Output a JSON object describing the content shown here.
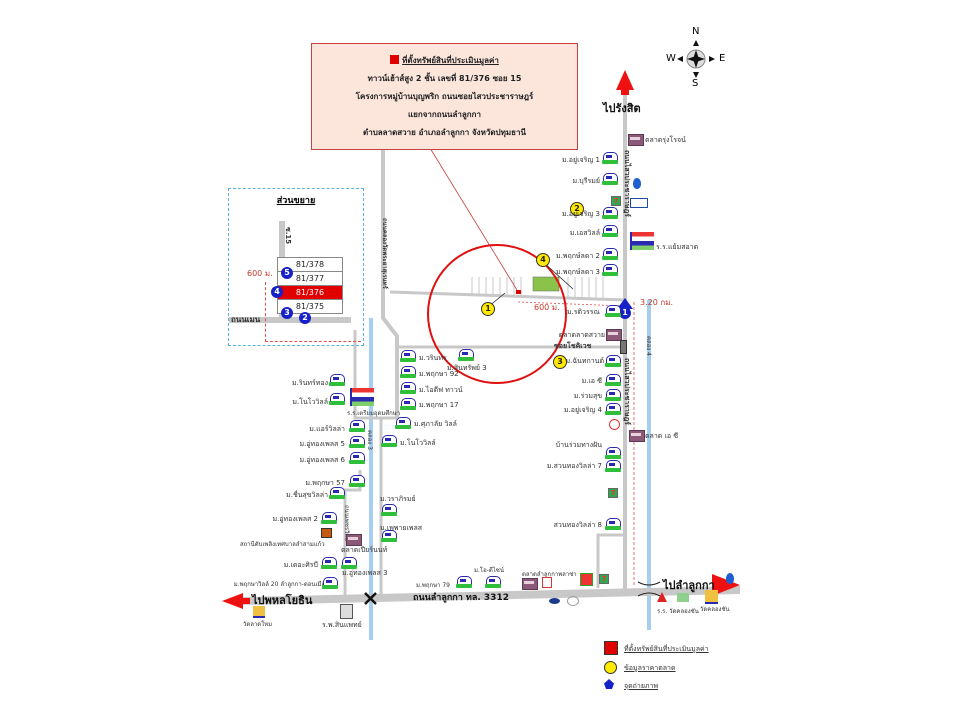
{
  "info_box": {
    "title": "ที่ตั้งทรัพย์สินที่ประเมินมูลค่า",
    "line1": "ทาวน์เฮ้าส์สูง 2 ชั้น เลขที่ 81/376 ซอย 15",
    "line2": "โครงการหมู่บ้านบุญพริก ถนนซอยไสวประชาราษฎร์",
    "line3": "แยกจากถนนลำลูกกา",
    "line4": "ตำบลลาดสวาย อำเภอลำลูกกา จังหวัดปทุมธานี"
  },
  "compass": {
    "n": "N",
    "s": "S",
    "e": "E",
    "w": "W"
  },
  "directions": {
    "north": "ไปรังสิต",
    "west": "ไปพหลโยธิน",
    "east": "ไปลำลูกกา"
  },
  "roads": {
    "main": "ถนนลำลูกกา ทล. 3312",
    "sai_wai": "ถนนไสวประชาราษฎร์",
    "khlong_wat": "ถนนคลองวัดพระยาสุเรนทร์",
    "soi_chokchai": "ซอยโชคิเวช",
    "canal3": "คลอง 3",
    "canal4": "คลอง 4",
    "phetchawit": "ถนนเพชรวิทย์"
  },
  "distances": {
    "site": "600 ม.",
    "sai_wai": "3.20 กม."
  },
  "inset": {
    "title": "ส่วนขยาย",
    "soi": "ซ.15",
    "road": "ถนนเมน",
    "distance": "600 ม.",
    "units": [
      "81/378",
      "81/377",
      "81/376",
      "81/375"
    ],
    "selected_unit": "81/376",
    "photo_points": [
      "2",
      "3",
      "4",
      "5"
    ]
  },
  "market_points": [
    "1",
    "2",
    "3",
    "4"
  ],
  "photo_point_main": "1",
  "places_right": [
    "ตลาดรุ่งโรจน์",
    "ม.อยู่เจริญ 1",
    "ม.บุรีรมย์",
    "ม.อยู่เจริญ 3",
    "ม.เอสวิลล์",
    "ร.ร.แย้มสอาด",
    "ม.พฤกษ์ลดา 2",
    "ม.พฤกษ์ลดา 3",
    "ม.รติวรรณ",
    "ตลาดลาดสวาย",
    "ม.ฉันทกานต์",
    "ม.เอ ซี",
    "ม.ร่วมสุข",
    "ม.อยู่เจริญ 4",
    "บ้านร่วมทางฝัน",
    "ตลาด เอ ซี",
    "ม.สวนทองวิลล่า 7",
    "สวนทองวิลล่า 8"
  ],
  "places_middle": [
    "ม.วรินทร",
    "ม.พฤกษา 92",
    "ม.ไอดีฟ ทาวน์",
    "ม.พฤกษา 17",
    "ม.ศุภาลัย วิลล์",
    "ม.โนโววิลล์",
    "ม.สินทรัพย์ 3",
    "ม.วราภิรมย์",
    "ม.เพพายเพลส",
    "ม.อู่ทองเพลส 3",
    "ตลาดเปียร์นนท์"
  ],
  "places_left": [
    "ม.รินทร์ทอง",
    "ม.โนโววิลล์",
    "ร.ร.เตรียมอุดมศึกษา",
    "ม.แอร์วิลล่า",
    "ม.อู่ทองเพลส 5",
    "ม.อู่ทองเพลส 6",
    "ม.พฤกษา 57",
    "ม.ชื่นสุขวิลล่า",
    "ม.อู่ทองเพลส 2",
    "สถานีดับเพลิงเทศบาลลำสามแก้ว",
    "ม.เดอะศิรบี",
    "ม.พฤกษาวิลล์ 20 ลำลูกกา-ดอนเมือง",
    "วัดลาดใหม",
    "ร.พ.สินแพทย์"
  ],
  "places_bottom": [
    "ม.พฤกษา 79",
    "ม.โอ-ดีไซน์",
    "ตลาดลำลูกกาพลาซ่า",
    "ร.ร. วัดคลองชัน",
    "วัดคลองชัน"
  ],
  "legend": [
    {
      "icon": "red-square",
      "label": "ที่ตั้งทรัพย์สินที่ประเมินมูลค่า"
    },
    {
      "icon": "yellow-circle",
      "label": "ข้อมูลราคาตลาด"
    },
    {
      "icon": "blue-arrow",
      "label": "จุดถ่ายภาพ"
    }
  ],
  "colors": {
    "site": "#e00000",
    "market": "#ffea00",
    "photo": "#1622c8",
    "road": "#c8c8c8",
    "canal": "#a6cef0",
    "circle": "#e01010"
  }
}
